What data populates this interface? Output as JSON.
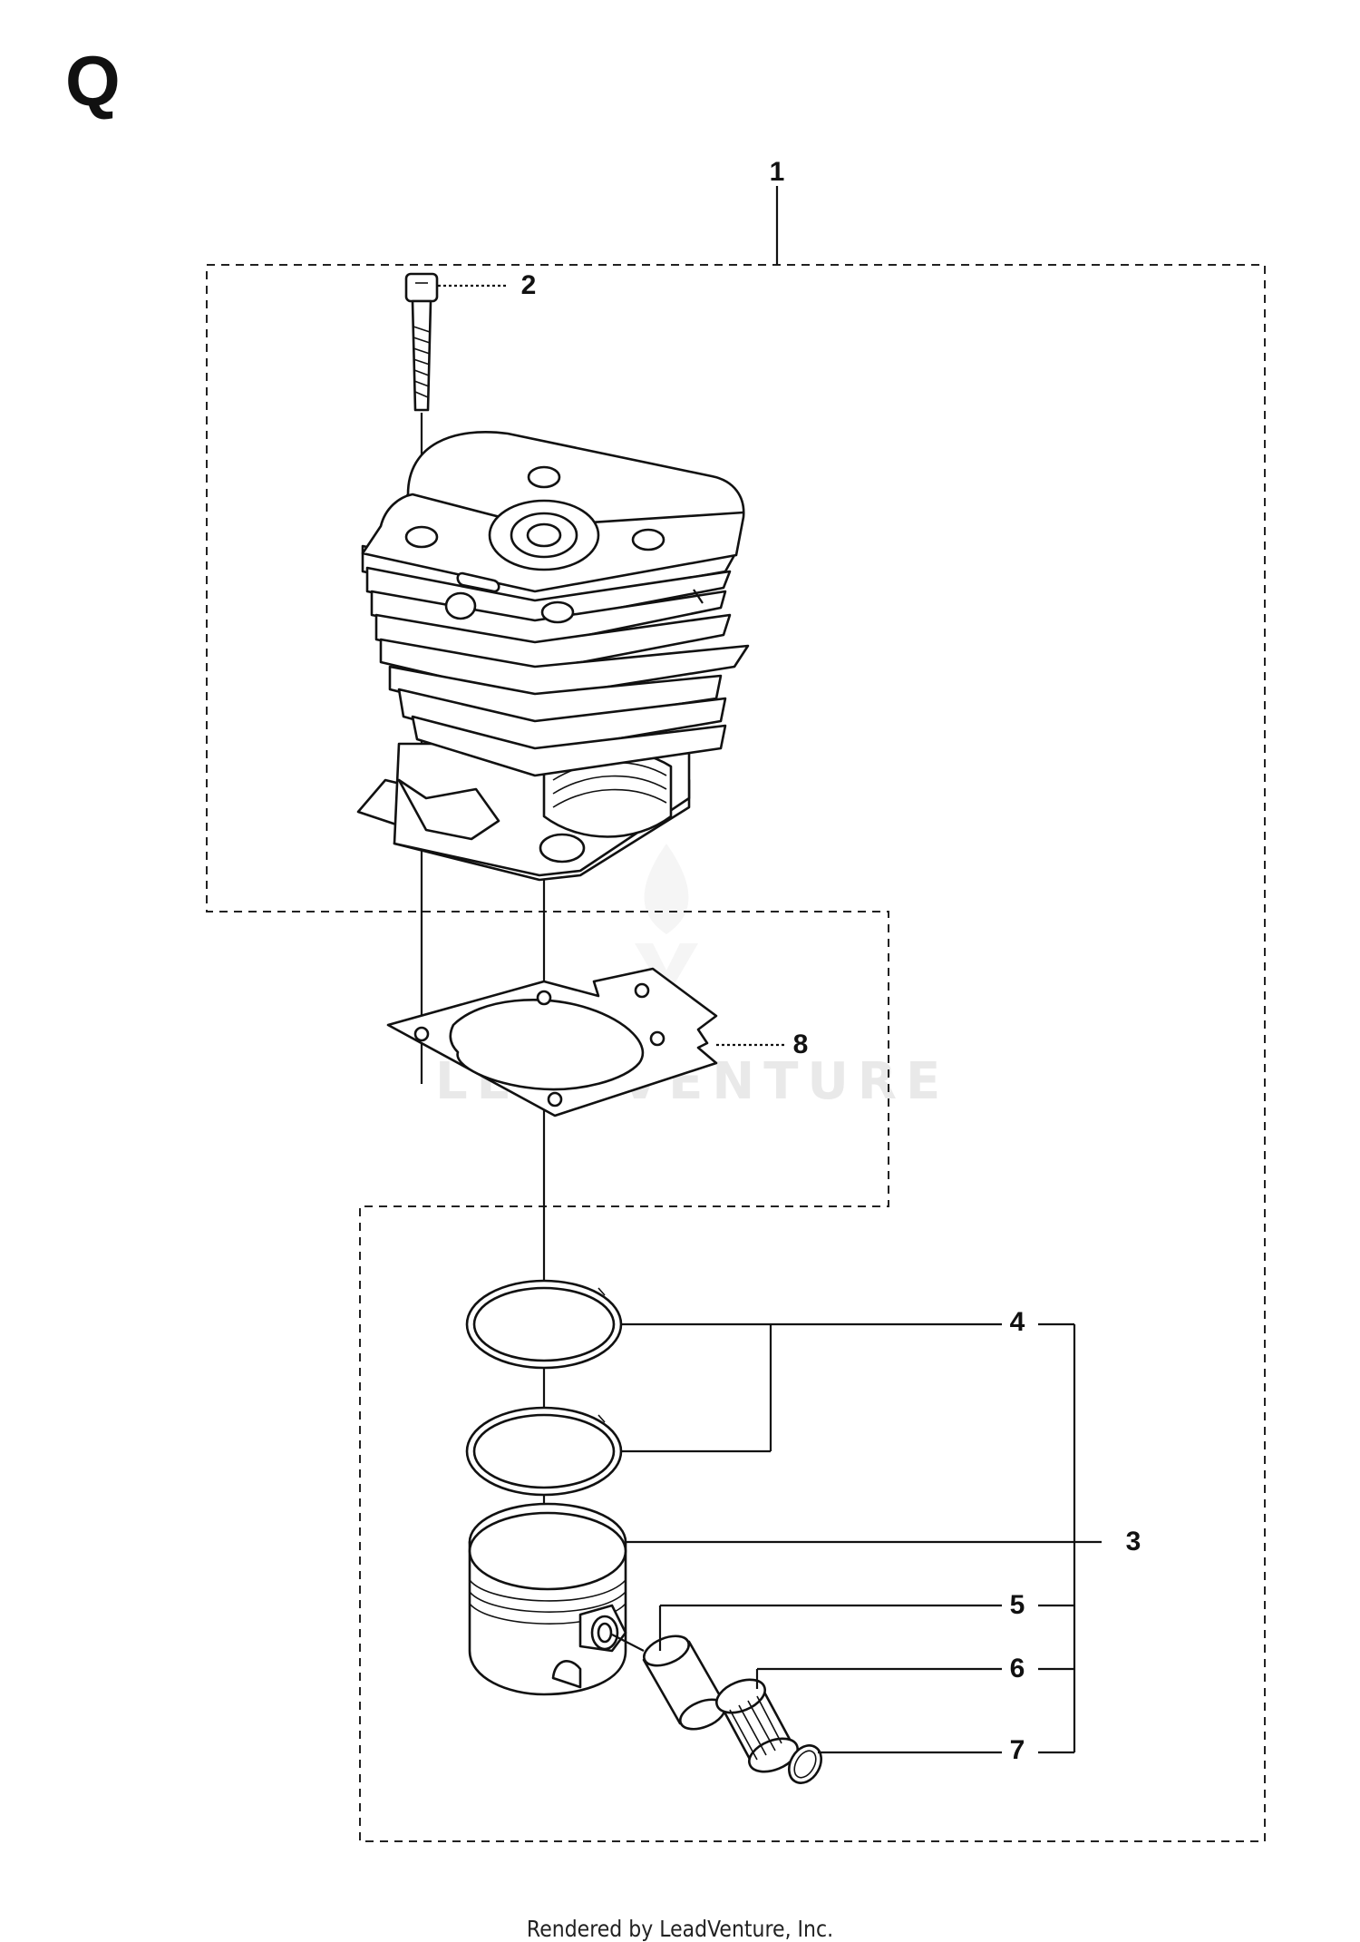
{
  "section_label": "Q",
  "callouts": {
    "c1": "1",
    "c2": "2",
    "c3": "3",
    "c4": "4",
    "c5": "5",
    "c6": "6",
    "c7": "7",
    "c8": "8"
  },
  "watermark": "LEADVENTURE",
  "footer": "Rendered by LeadVenture, Inc."
}
